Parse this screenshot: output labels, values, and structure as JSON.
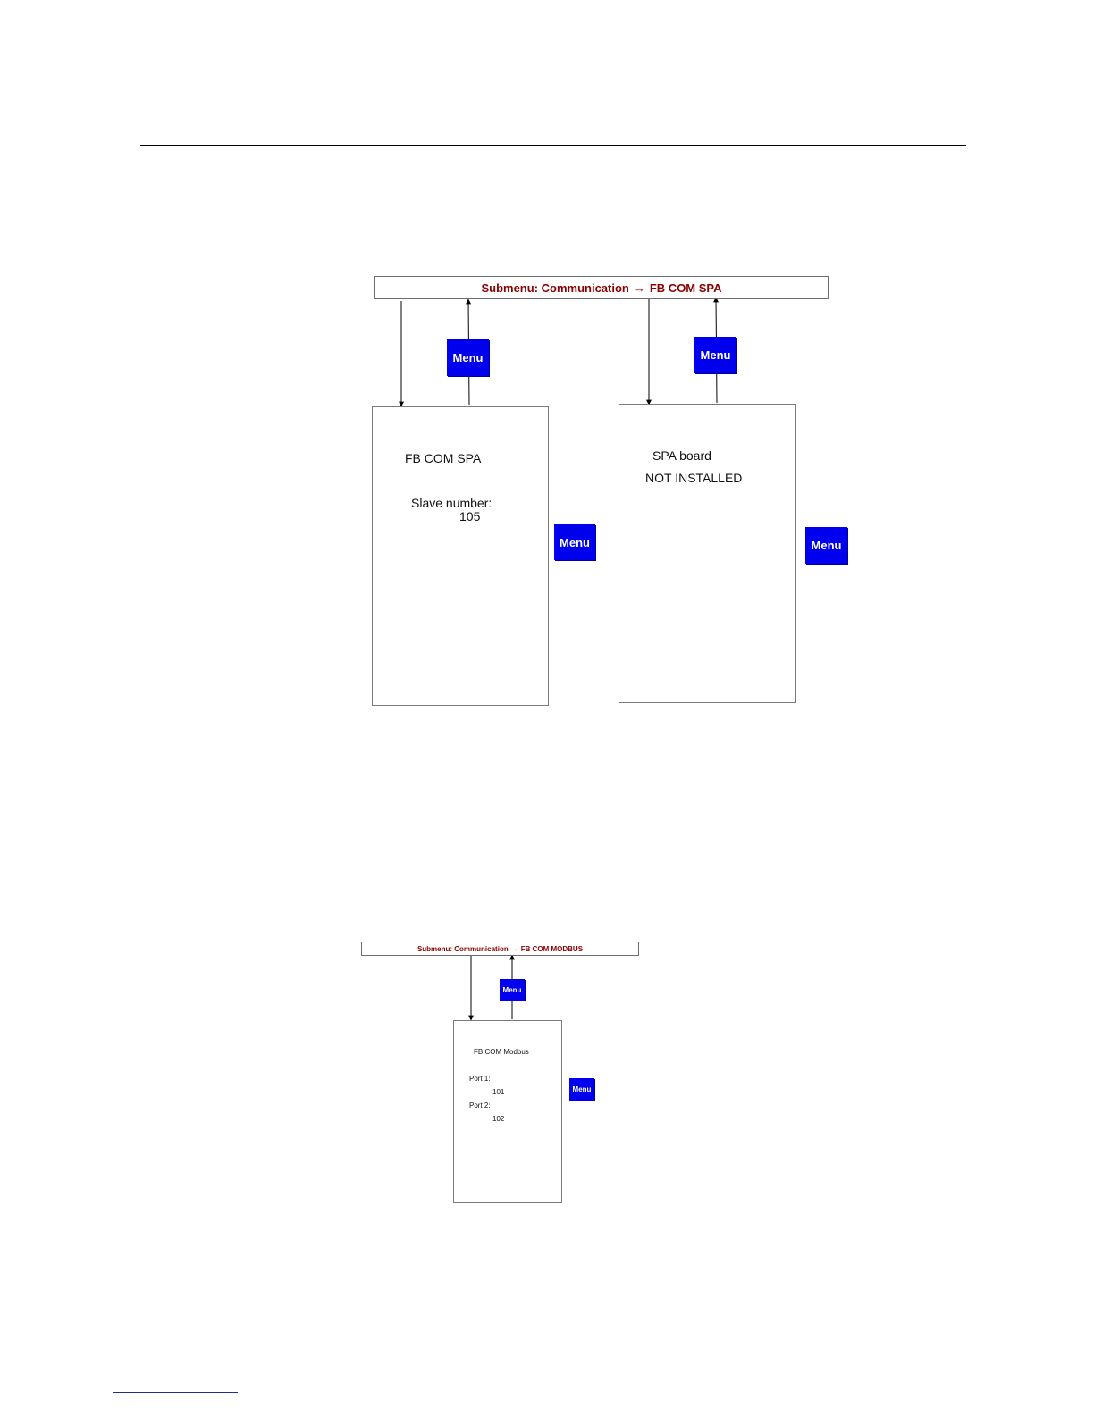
{
  "diagram_spa": {
    "title": {
      "prefix": "Submenu: Communication",
      "arrow": "→",
      "target": "FB COM SPA"
    },
    "screen_left": {
      "heading": "FB COM SPA",
      "field_label": "Slave number:",
      "field_value": "105"
    },
    "screen_right": {
      "line1": "SPA board",
      "line2": "NOT INSTALLED"
    },
    "menu_label": "Menu"
  },
  "diagram_modbus": {
    "title": {
      "prefix": "Submenu: Communication",
      "arrow": "→",
      "target": "FB COM MODBUS"
    },
    "screen": {
      "heading": "FB COM Modbus",
      "port1_label": "Port 1:",
      "port1_value": "101",
      "port2_label": "Port 2:",
      "port2_value": "102"
    },
    "menu_label": "Menu"
  },
  "colors": {
    "title_text": "#8b0000",
    "menu_button": "#0000ee"
  }
}
